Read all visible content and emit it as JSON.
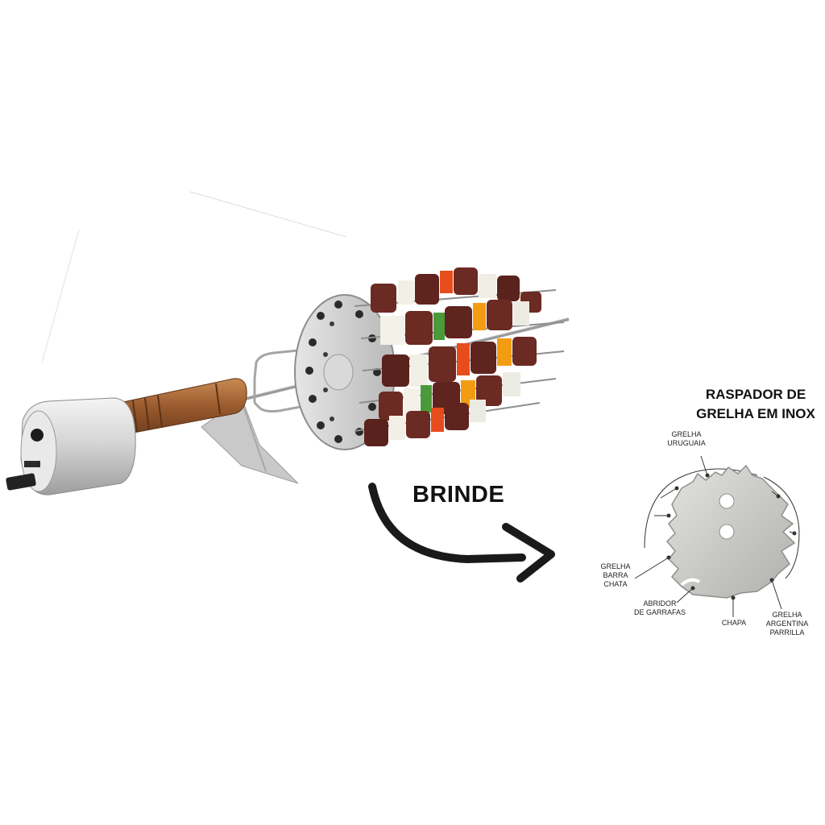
{
  "badge": {
    "label": "BRINDE"
  },
  "scraper": {
    "title_line1": "RASPADOR DE",
    "title_line2": "GRELHA EM INOX",
    "callouts": {
      "uruguaia": [
        "GRELHA",
        "URUGUAIA"
      ],
      "barra_chata": [
        "GRELHA",
        "BARRA",
        "CHATA"
      ],
      "abridor": [
        "ABRIDOR",
        "DE GARRAFAS"
      ],
      "chapa": [
        "CHAPA"
      ],
      "argentina": [
        "GRELHA",
        "ARGENTINA",
        "PARRILLA"
      ]
    }
  },
  "colors": {
    "background": "#ffffff",
    "steel": "#cfd0d2",
    "wood": "#9a5a2e",
    "meat": "#6b2a22",
    "arrow": "#1a1a1a"
  },
  "icons": {
    "rotisserie": "rotisserie-skewer-illustration",
    "arrow": "curved-arrow-icon",
    "scraper": "grill-scraper-illustration"
  }
}
